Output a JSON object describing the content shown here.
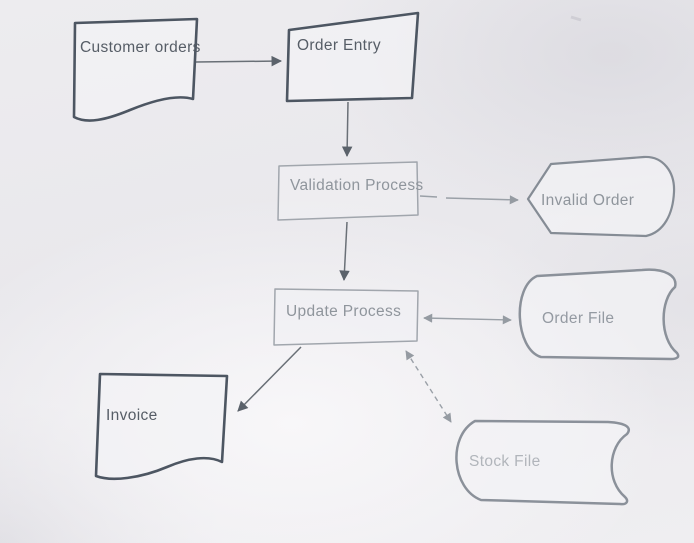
{
  "page": {
    "kind": "photographed flowchart diagram on paper",
    "background_color": "#eceaee",
    "highlight_color": "#f8f7f9"
  },
  "diagram": {
    "nodes": [
      {
        "id": "customer-orders",
        "label": "Customer orders",
        "shape": "document"
      },
      {
        "id": "order-entry",
        "label": "Order Entry",
        "shape": "manual-input"
      },
      {
        "id": "validation-process",
        "label": "Validation Process",
        "shape": "process-rectangle"
      },
      {
        "id": "invalid-order",
        "label": "Invalid Order",
        "shape": "display"
      },
      {
        "id": "update-process",
        "label": "Update Process",
        "shape": "process-rectangle"
      },
      {
        "id": "order-file",
        "label": "Order File",
        "shape": "direct-access-file"
      },
      {
        "id": "invoice",
        "label": "Invoice",
        "shape": "document"
      },
      {
        "id": "stock-file",
        "label": "Stock File",
        "shape": "direct-access-file"
      }
    ],
    "edges": [
      {
        "from": "customer-orders",
        "to": "order-entry",
        "line": "solid",
        "heads": "single"
      },
      {
        "from": "order-entry",
        "to": "validation-process",
        "line": "solid",
        "heads": "single"
      },
      {
        "from": "validation-process",
        "to": "invalid-order",
        "line": "solid-broken",
        "heads": "single"
      },
      {
        "from": "validation-process",
        "to": "update-process",
        "line": "solid",
        "heads": "single"
      },
      {
        "from": "update-process",
        "to": "order-file",
        "line": "solid",
        "heads": "double"
      },
      {
        "from": "update-process",
        "to": "invoice",
        "line": "solid",
        "heads": "single"
      },
      {
        "from": "update-process",
        "to": "stock-file",
        "line": "dashed",
        "heads": "double"
      }
    ],
    "colors": {
      "dark_outline": "#4d5662",
      "storage_outline": "#8b919a",
      "display_outline": "#858c95",
      "process_outline": "#a1a6ad",
      "dark_text": "#565d66",
      "mid_text": "#8f959c",
      "faint_text": "#b1b5bb",
      "dark_arrow": "#6a7077",
      "gray_arrow": "#9aa0a7"
    }
  }
}
